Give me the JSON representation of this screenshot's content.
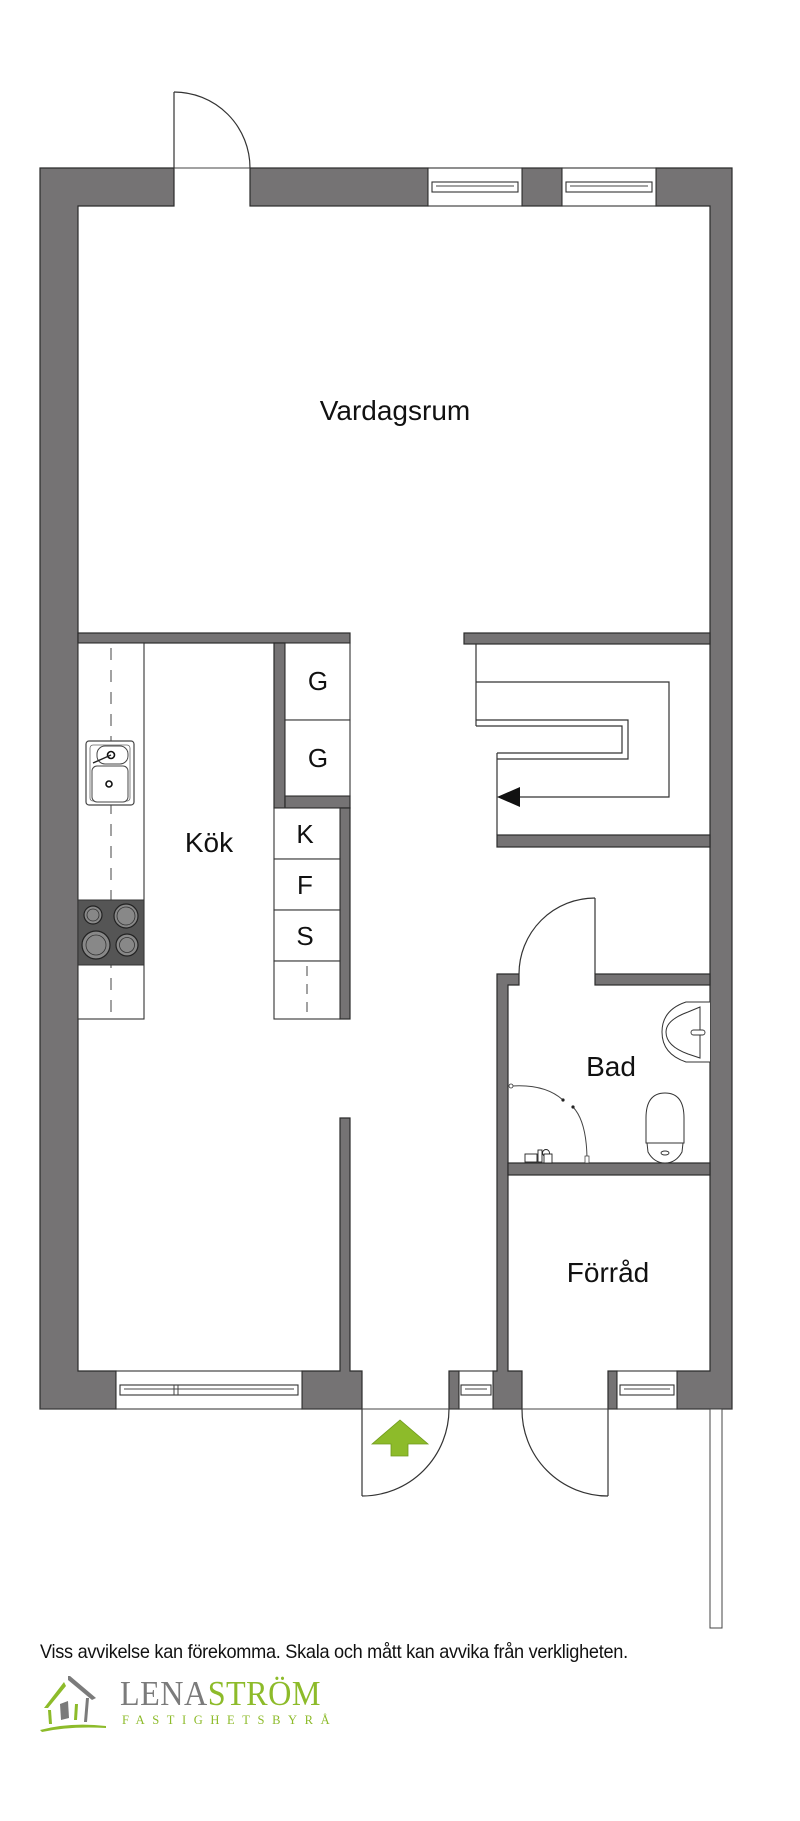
{
  "floorplan": {
    "rooms": [
      {
        "id": "vardagsrum",
        "label": "Vardagsrum"
      },
      {
        "id": "kok",
        "label": "Kök"
      },
      {
        "id": "bad",
        "label": "Bad"
      },
      {
        "id": "forrad",
        "label": "Förråd"
      }
    ],
    "appliances": [
      {
        "id": "cabinet-g1",
        "label": "G"
      },
      {
        "id": "cabinet-g2",
        "label": "G"
      },
      {
        "id": "fridge",
        "label": "K"
      },
      {
        "id": "freezer",
        "label": "F"
      },
      {
        "id": "cabinet-s",
        "label": "S"
      }
    ],
    "entrance_arrow_color": "#8dbb2a",
    "wall_color": "#757374"
  },
  "caption": "Viss avvikelse kan förekomma. Skala och mått kan avvika från verkligheten.",
  "logo": {
    "name_part1": "LENA",
    "name_part2": "STRÖM",
    "subtitle": "FASTIGHETSBYRÅ",
    "primary_color": "#7b7b7b",
    "accent_color": "#8dbb2a"
  }
}
